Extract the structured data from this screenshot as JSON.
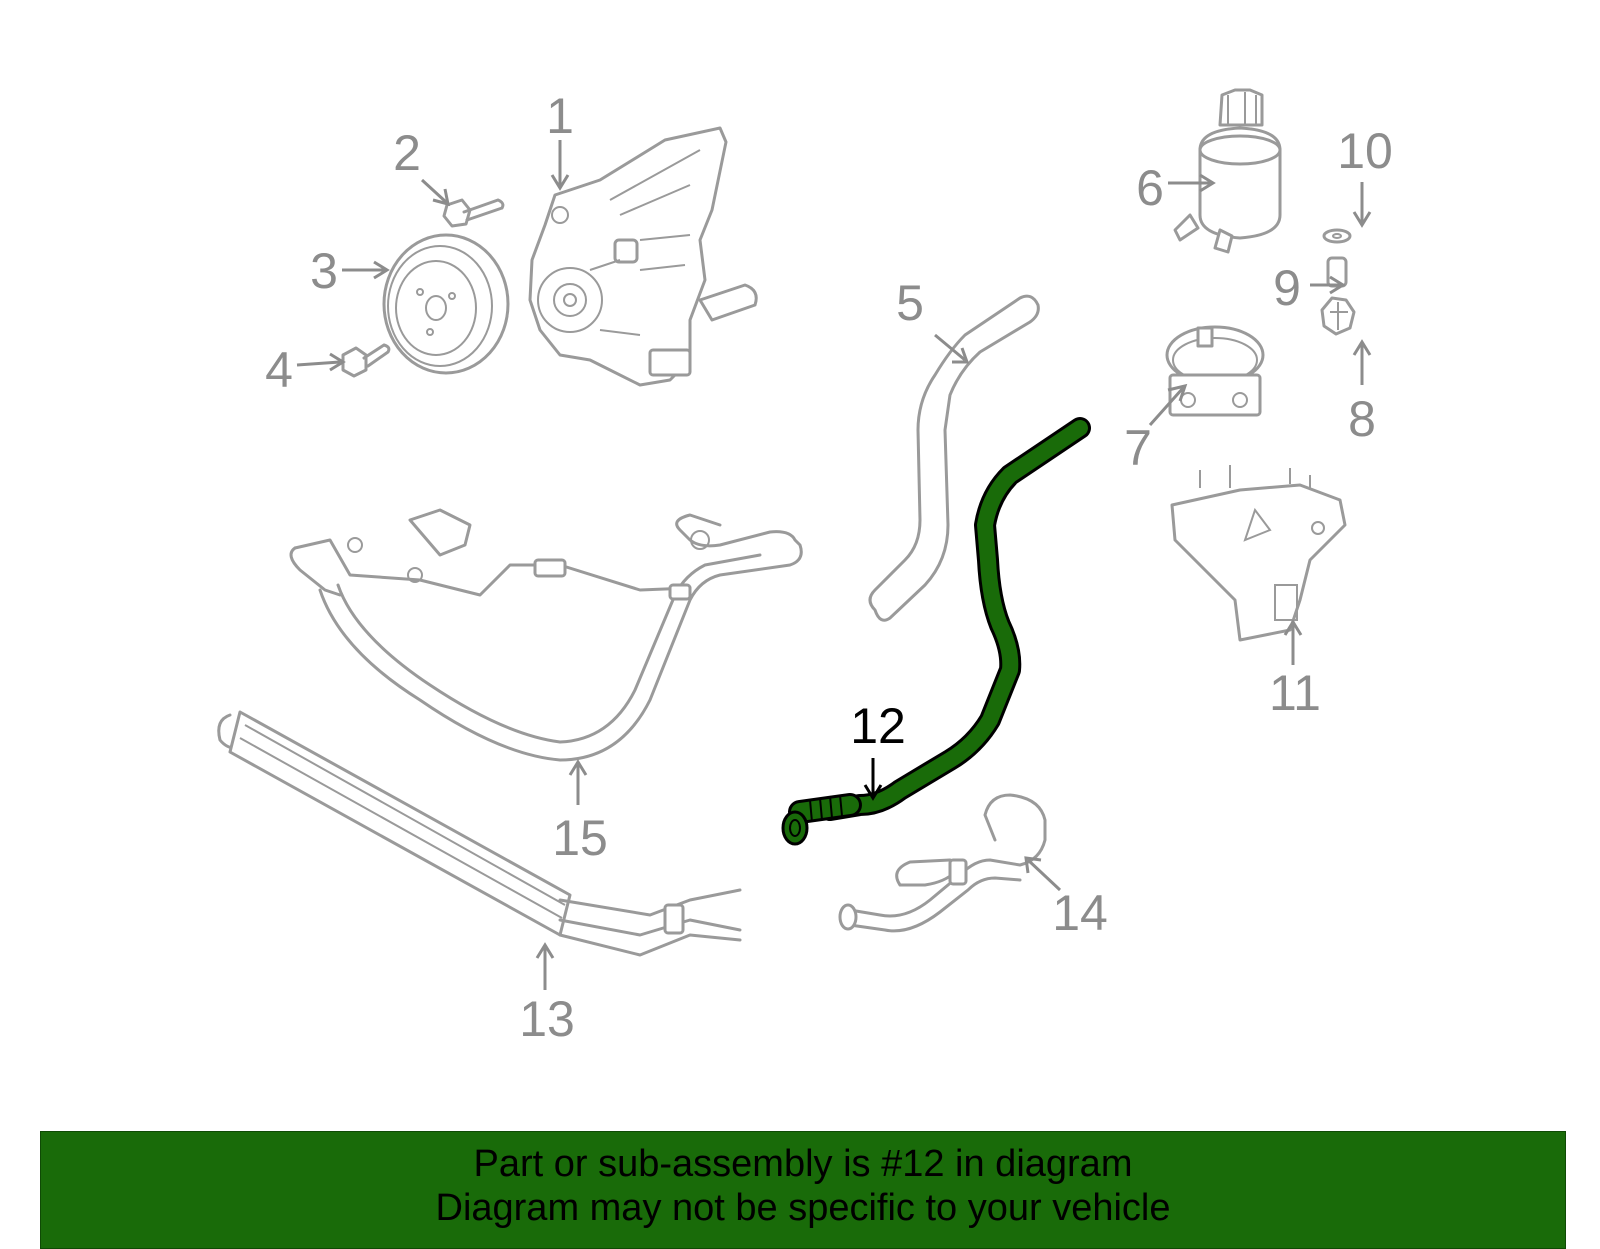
{
  "callouts": [
    {
      "id": "1",
      "label": "1"
    },
    {
      "id": "2",
      "label": "2"
    },
    {
      "id": "3",
      "label": "3"
    },
    {
      "id": "4",
      "label": "4"
    },
    {
      "id": "5",
      "label": "5"
    },
    {
      "id": "6",
      "label": "6"
    },
    {
      "id": "7",
      "label": "7"
    },
    {
      "id": "8",
      "label": "8"
    },
    {
      "id": "9",
      "label": "9"
    },
    {
      "id": "10",
      "label": "10"
    },
    {
      "id": "11",
      "label": "11"
    },
    {
      "id": "12",
      "label": "12"
    },
    {
      "id": "13",
      "label": "13"
    },
    {
      "id": "14",
      "label": "14"
    },
    {
      "id": "15",
      "label": "15"
    }
  ],
  "highlighted_part": "12",
  "colors": {
    "highlight": "#196b09",
    "banner": "#196b09",
    "part_outline": "#9a9a9a",
    "text": "#000000"
  },
  "banner": {
    "line1": "Part or sub-assembly is #12 in diagram",
    "line2": "Diagram may not be specific to your vehicle"
  }
}
